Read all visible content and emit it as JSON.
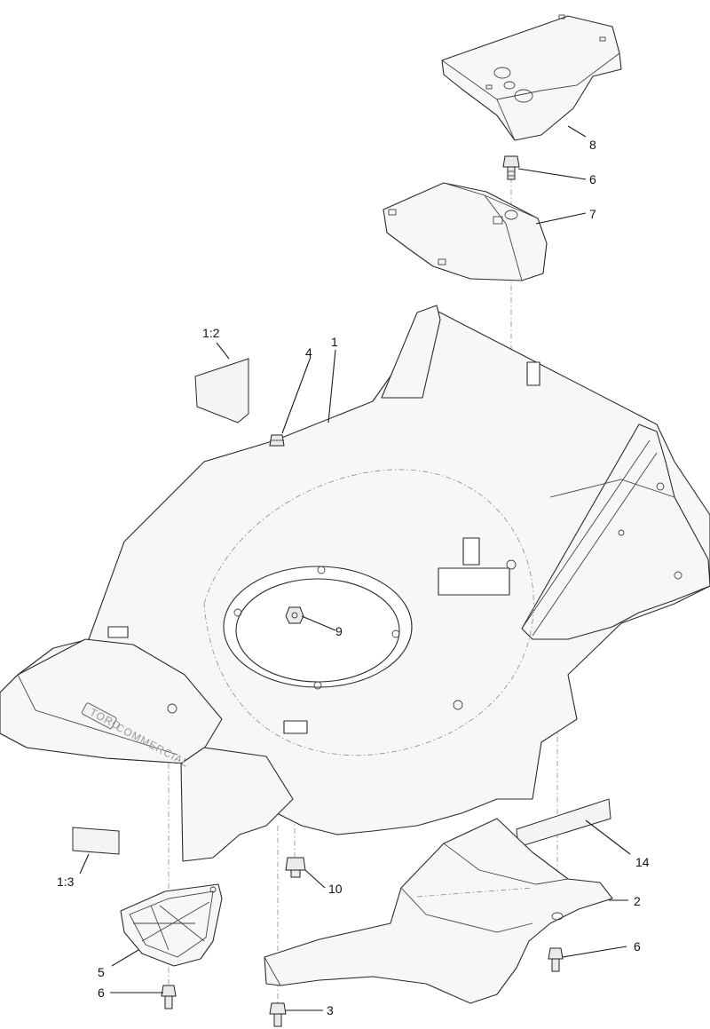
{
  "diagram": {
    "callouts": [
      {
        "id": "c-8",
        "text": "8"
      },
      {
        "id": "c-6a",
        "text": "6"
      },
      {
        "id": "c-7",
        "text": "7"
      },
      {
        "id": "c-1-2",
        "text": "1:2"
      },
      {
        "id": "c-4",
        "text": "4"
      },
      {
        "id": "c-1",
        "text": "1"
      },
      {
        "id": "c-9",
        "text": "9"
      },
      {
        "id": "c-14",
        "text": "14"
      },
      {
        "id": "c-1-3",
        "text": "1:3"
      },
      {
        "id": "c-10",
        "text": "10"
      },
      {
        "id": "c-2",
        "text": "2"
      },
      {
        "id": "c-5",
        "text": "5"
      },
      {
        "id": "c-6b",
        "text": "6"
      },
      {
        "id": "c-6c",
        "text": "6"
      },
      {
        "id": "c-3",
        "text": "3"
      }
    ],
    "decal": {
      "brand": "TORO",
      "text": "COMMERCIAL"
    }
  }
}
